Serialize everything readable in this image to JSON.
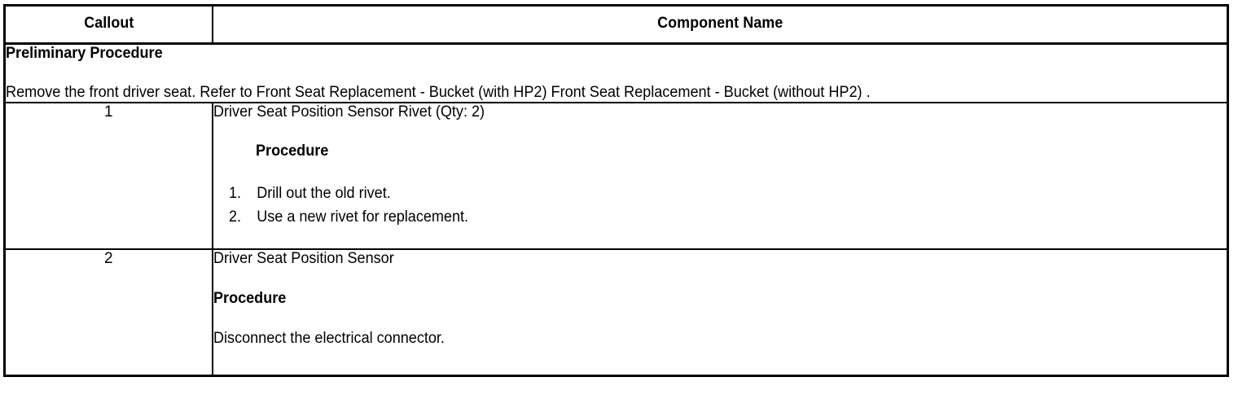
{
  "table": {
    "headers": {
      "callout": "Callout",
      "component_name": "Component Name"
    },
    "preliminary": {
      "title": "Preliminary Procedure",
      "text": "Remove the front driver seat. Refer to Front Seat Replacement - Bucket (with HP2) Front Seat Replacement - Bucket (without HP2) ."
    },
    "rows": [
      {
        "callout": "1",
        "component_name": "Driver Seat Position Sensor Rivet (Qty: 2)",
        "procedure_heading": "Procedure",
        "steps": [
          {
            "number": "1.",
            "text": "Drill out the old rivet."
          },
          {
            "number": "2.",
            "text": "Use a new rivet for replacement."
          }
        ]
      },
      {
        "callout": "2",
        "component_name": "Driver Seat Position Sensor",
        "procedure_heading": "Procedure",
        "procedure_text": "Disconnect the electrical connector."
      }
    ]
  },
  "colors": {
    "border": "#000000",
    "text": "#000000",
    "background": "#ffffff"
  }
}
